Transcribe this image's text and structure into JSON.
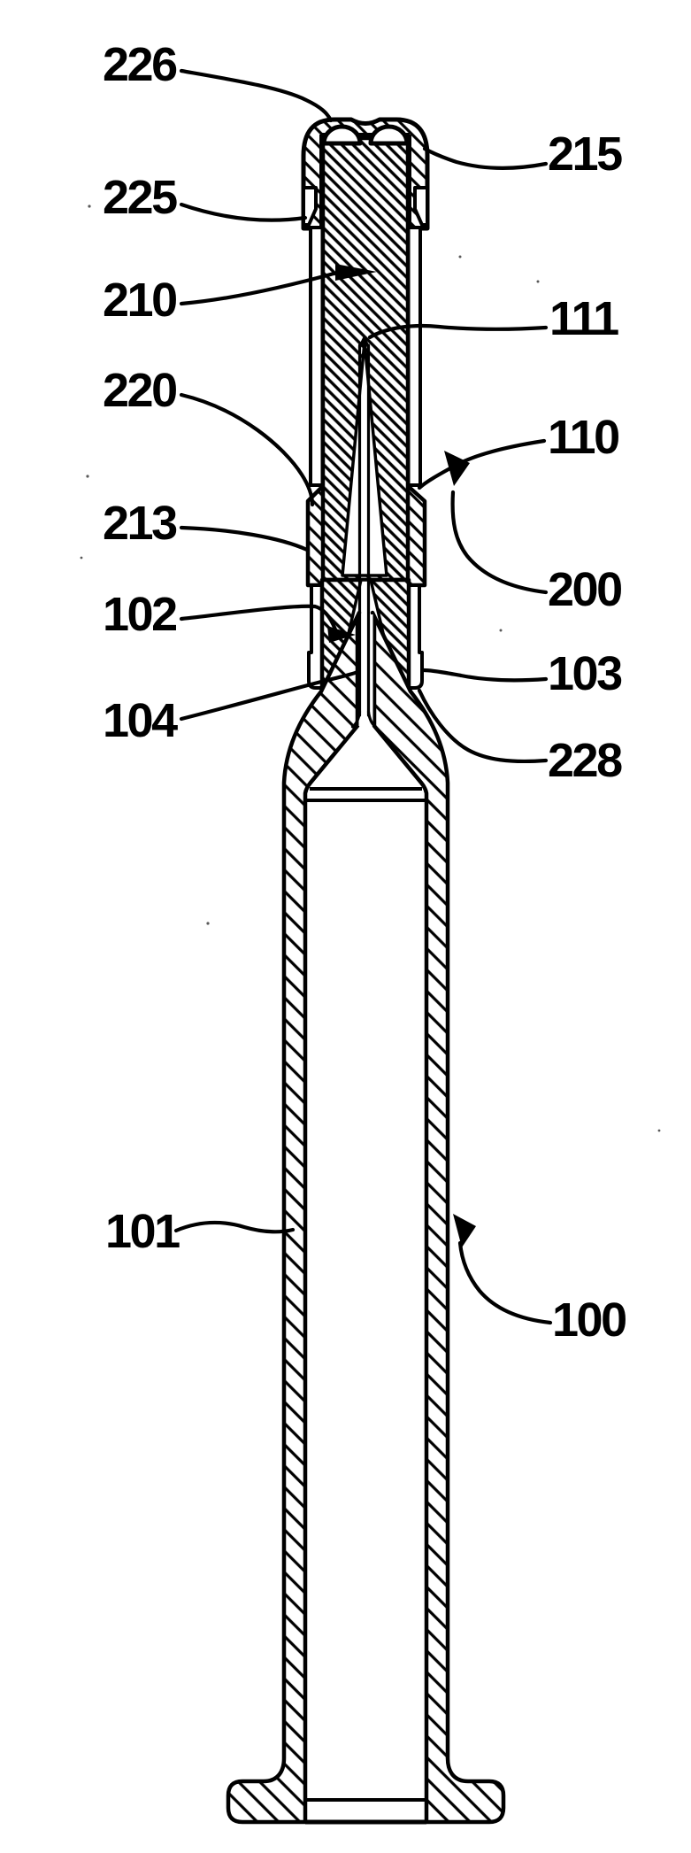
{
  "figure": {
    "ink_color": "#000000",
    "paper_color": "#ffffff",
    "kind": "cross-section drawing"
  },
  "labels": {
    "n226": "226",
    "n225": "225",
    "n210": "210",
    "n220": "220",
    "n213": "213",
    "n102": "102",
    "n104": "104",
    "n101": "101",
    "n215": "215",
    "n111": "111",
    "n110": "110",
    "n200": "200",
    "n103": "103",
    "n228": "228",
    "n100": "100"
  }
}
